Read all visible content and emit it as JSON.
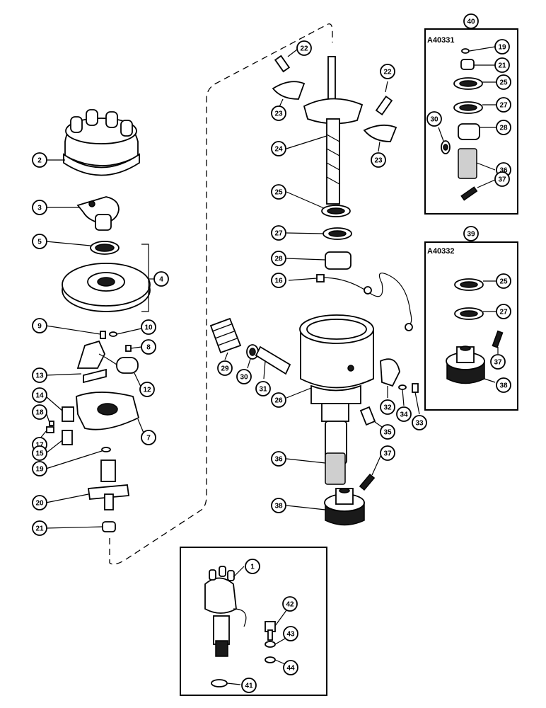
{
  "kits": [
    {
      "callout": "40",
      "code": "A40331"
    },
    {
      "callout": "39",
      "code": "A40332"
    }
  ],
  "callouts": [
    "1",
    "2",
    "3",
    "4",
    "5",
    "7",
    "8",
    "9",
    "10",
    "12",
    "13",
    "14",
    "15",
    "16",
    "17",
    "18",
    "19",
    "20",
    "21",
    "22",
    "23",
    "24",
    "25",
    "26",
    "27",
    "28",
    "29",
    "30",
    "31",
    "32",
    "33",
    "34",
    "35",
    "36",
    "37",
    "38",
    "39",
    "40",
    "41",
    "42",
    "43",
    "44"
  ]
}
